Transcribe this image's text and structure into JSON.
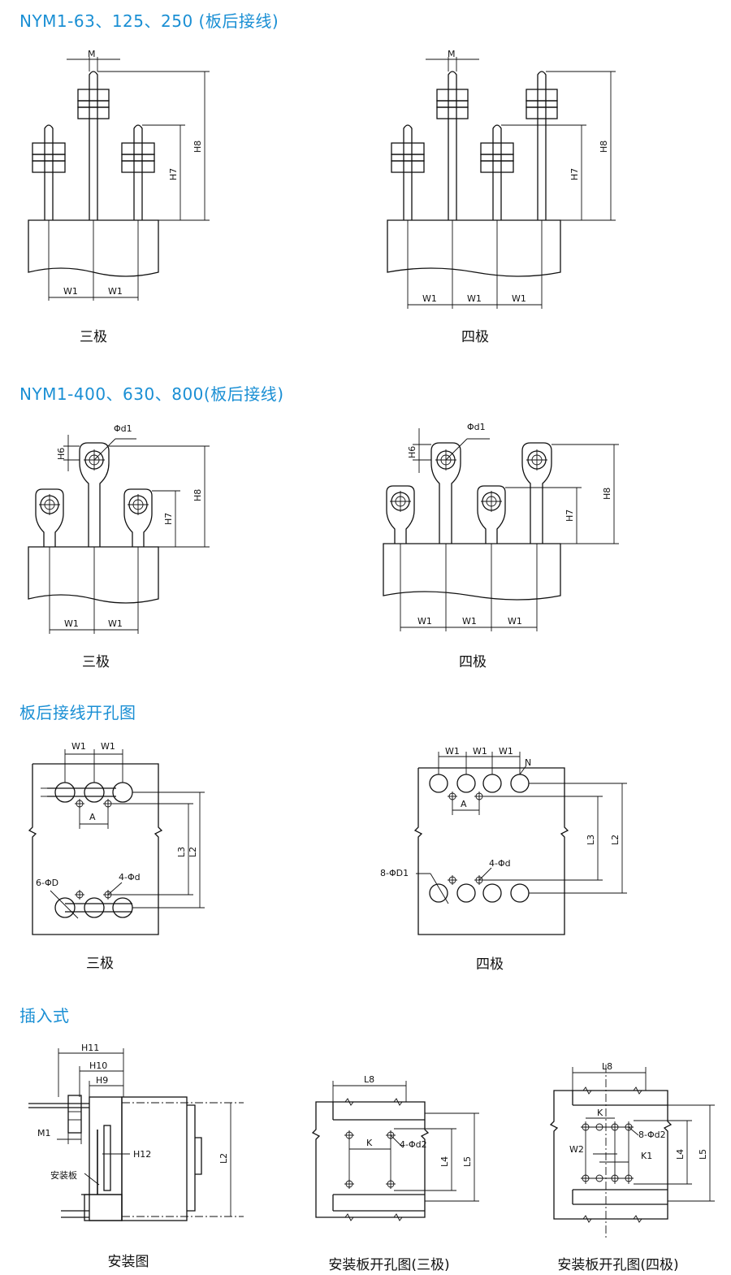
{
  "sections": {
    "s1_title": "NYM1-63、125、250 (板后接线)",
    "s2_title": "NYM1-400、630、800(板后接线)",
    "s3_title": "板后接线开孔图",
    "s4_title": "插入式"
  },
  "captions": {
    "three_pole": "三极",
    "four_pole": "四极",
    "install": "安装图",
    "plate_three": "安装板开孔图(三极)",
    "plate_four": "安装板开孔图(四极)"
  },
  "dims": {
    "M": "M",
    "H6": "H6",
    "H7": "H7",
    "H8": "H8",
    "W1": "W1",
    "d1": "Φd1",
    "A": "A",
    "N": "N",
    "L2": "L2",
    "L3": "L3",
    "six_D": "6-ΦD",
    "four_d": "4-Φd",
    "eight_D1": "8-ΦD1",
    "H9": "H9",
    "H10": "H10",
    "H11": "H11",
    "H12": "H12",
    "M1": "M1",
    "plate_label": "安装板",
    "L4": "L4",
    "L5": "L5",
    "L8": "L8",
    "K": "K",
    "K1": "K1",
    "W2": "W2",
    "four_d2": "4-Φd2",
    "eight_d2": "8-Φd2"
  },
  "colors": {
    "heading": "#1a8fd4",
    "line": "#111111"
  }
}
